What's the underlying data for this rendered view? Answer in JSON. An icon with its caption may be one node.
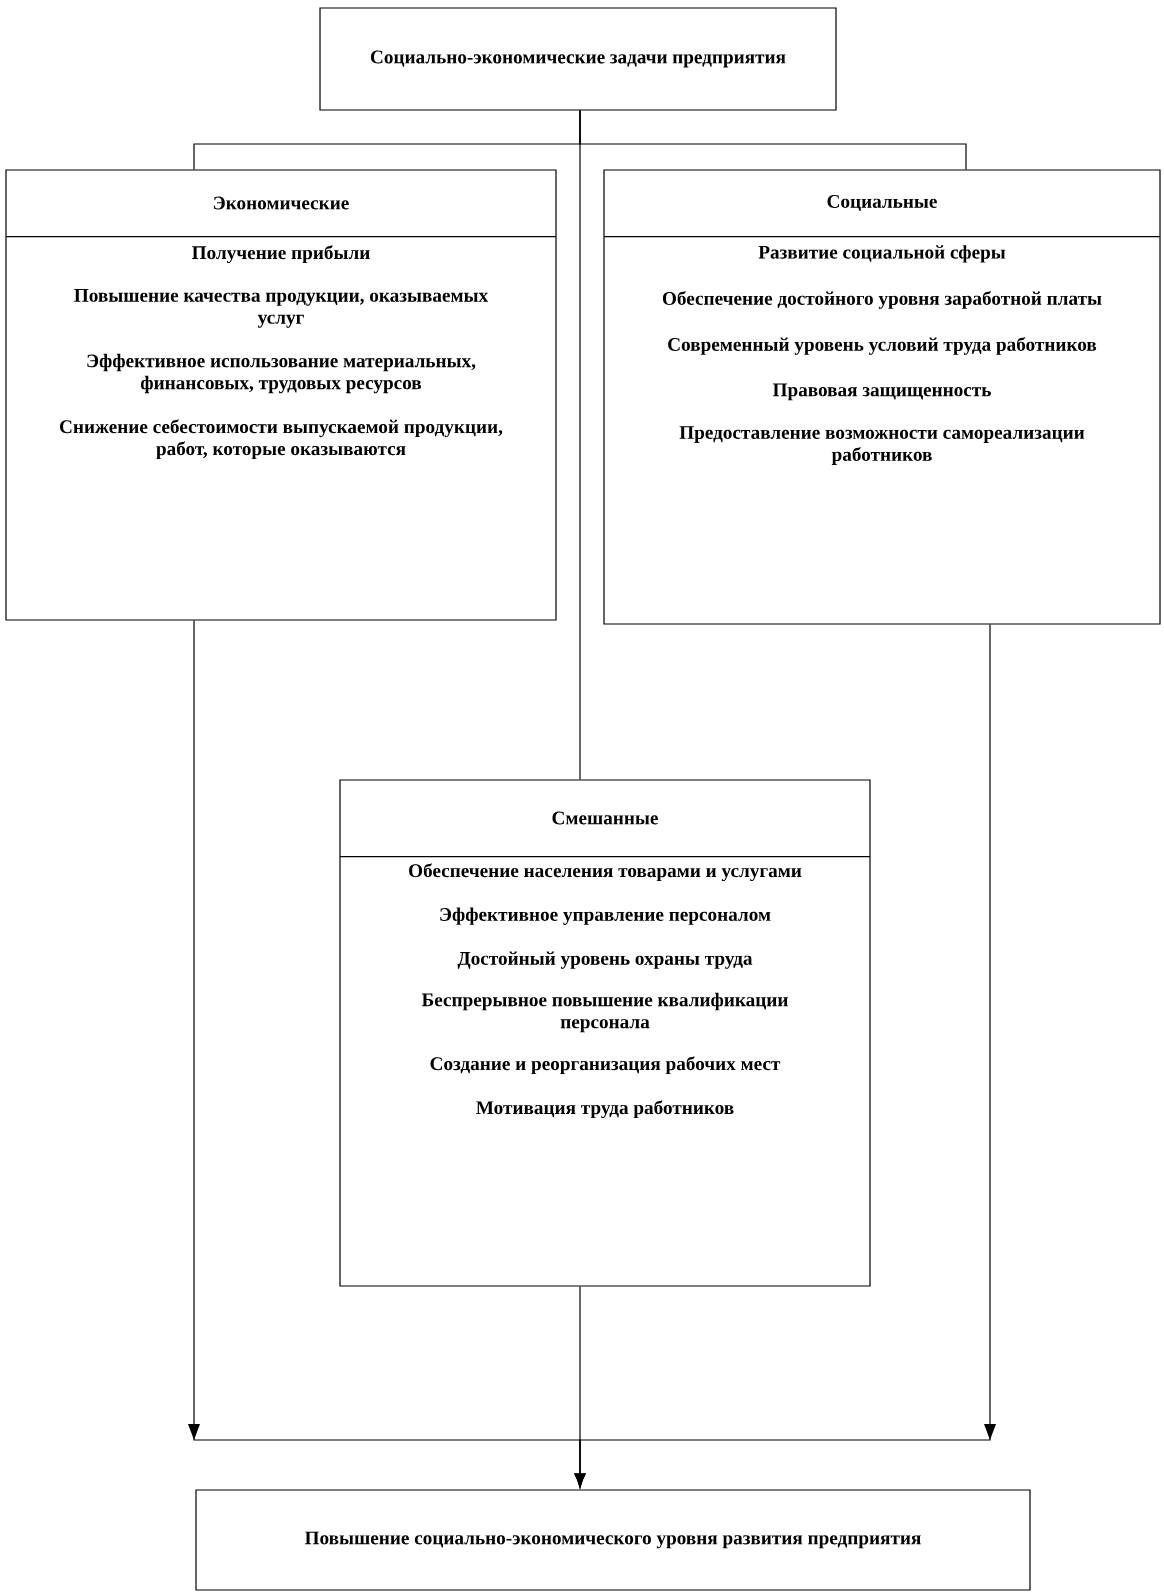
{
  "diagram": {
    "nodes": [
      {
        "text": [
          "Социально-экономические задачи предприятия"
        ]
      },
      {
        "text": [
          "Экономические",
          "Получение прибыли",
          "Повышение качества продукции, оказываемых услуг",
          "Эффективное использование материальных, финансовых, трудовых ресурсов",
          "Снижение себестоимости выпускаемой продукции, работ, которые оказываются"
        ]
      },
      {
        "text": [
          "Социальные",
          "Развитие социальной сферы",
          "Обеспечение достойного уровня заработной платы",
          "Современный уровень условий труда работников",
          "Правовая защищенность",
          "Предоставление возможности самореализации работников"
        ]
      },
      {
        "text": [
          "Смешанные",
          "Обеспечение населения товарами и услугами",
          "Эффективное управление персоналом",
          "Достойный уровень охраны труда",
          "Беспрерывное повышение квалификации персонала",
          "Создание и реорганизация рабочих мест",
          "Мотивация труда работников"
        ]
      },
      {
        "text": [
          "Повышение социально-экономического уровня развития предприятия"
        ]
      }
    ],
    "edges": [
      {
        "from": 0,
        "to": 1,
        "arrow": "none"
      },
      {
        "from": 0,
        "to": 2,
        "arrow": "none"
      },
      {
        "from": 0,
        "to": 3,
        "arrow": "none"
      },
      {
        "from": 1,
        "to": 4,
        "arrow": "to"
      },
      {
        "from": 2,
        "to": 4,
        "arrow": "to"
      },
      {
        "from": 3,
        "to": 4,
        "arrow": "to"
      }
    ]
  }
}
